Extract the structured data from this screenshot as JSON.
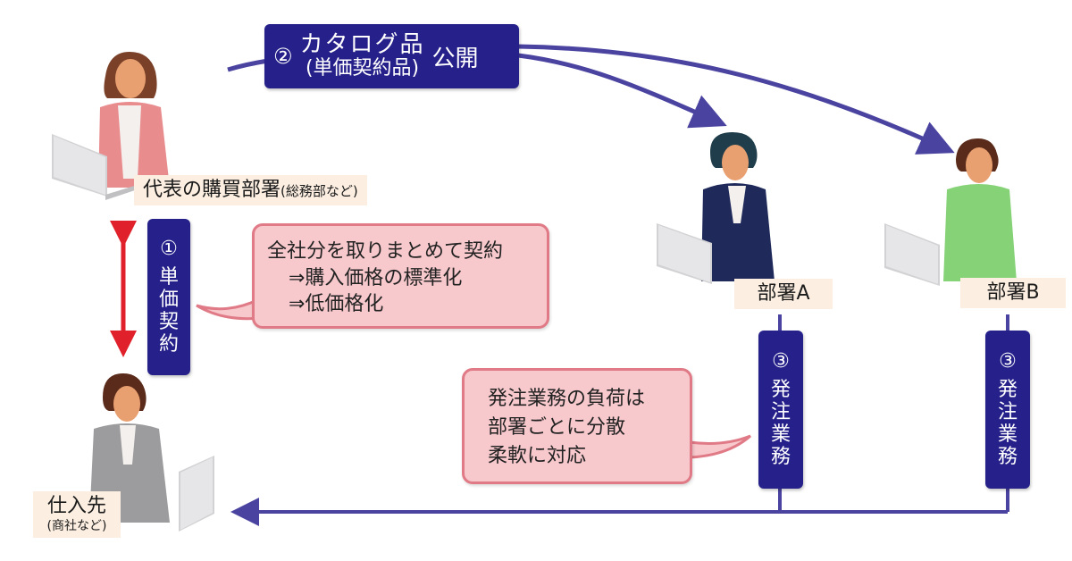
{
  "colors": {
    "navy": "#26218a",
    "arrow_purple": "#4a43a0",
    "red_arrow": "#e0202a",
    "callout_fill": "#f7c8cc",
    "callout_border": "#e07a86",
    "label_fill": "#fcefe2"
  },
  "step2": {
    "number": "②",
    "line1": "カタログ品",
    "line2": "(単価契約品)",
    "suffix": "公開"
  },
  "step1": {
    "number": "①",
    "chars": [
      "単",
      "価",
      "契",
      "約"
    ]
  },
  "step3_a": {
    "number": "③",
    "chars": [
      "発",
      "注",
      "業",
      "務"
    ]
  },
  "step3_b": {
    "number": "③",
    "chars": [
      "発",
      "注",
      "業",
      "務"
    ]
  },
  "actors": {
    "purchasing": {
      "name": "代表の購買部署",
      "note": "(総務部など)",
      "icon": "woman-at-laptop-icon"
    },
    "dept_a": {
      "name": "部署A",
      "icon": "man-at-laptop-icon"
    },
    "dept_b": {
      "name": "部署B",
      "icon": "man-at-laptop-icon"
    },
    "supplier": {
      "name": "仕入先",
      "note": "(商社など)",
      "icon": "man-at-laptop-icon"
    }
  },
  "callout_contract": {
    "lines": [
      "全社分を取りまとめて契約",
      "⇒購入価格の標準化",
      "⇒低価格化"
    ]
  },
  "callout_order": {
    "lines": [
      "発注業務の負荷は",
      "部署ごとに分散",
      "柔軟に対応"
    ]
  }
}
